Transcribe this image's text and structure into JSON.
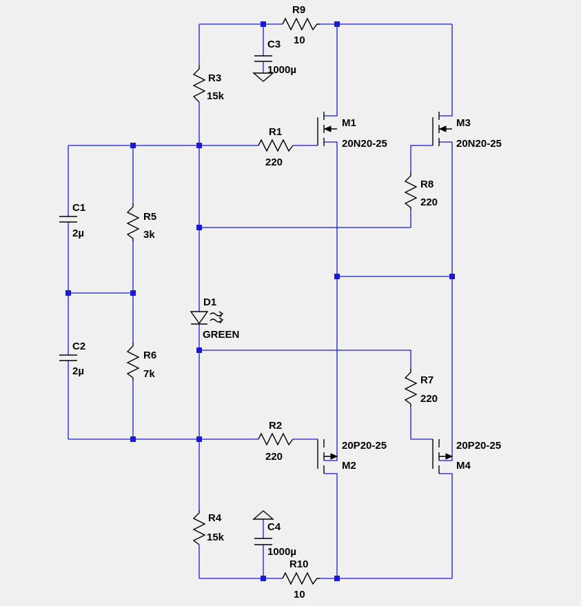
{
  "components": {
    "R1": {
      "name": "R1",
      "value": "220"
    },
    "R2": {
      "name": "R2",
      "value": "220"
    },
    "R3": {
      "name": "R3",
      "value": "15k"
    },
    "R4": {
      "name": "R4",
      "value": "15k"
    },
    "R5": {
      "name": "R5",
      "value": "3k"
    },
    "R6": {
      "name": "R6",
      "value": "7k"
    },
    "R7": {
      "name": "R7",
      "value": "220"
    },
    "R8": {
      "name": "R8",
      "value": "220"
    },
    "R9": {
      "name": "R9",
      "value": "10"
    },
    "R10": {
      "name": "R10",
      "value": "10"
    },
    "C1": {
      "name": "C1",
      "value": "2µ"
    },
    "C2": {
      "name": "C2",
      "value": "2µ"
    },
    "C3": {
      "name": "C3",
      "value": "1000µ"
    },
    "C4": {
      "name": "C4",
      "value": "1000µ"
    },
    "D1": {
      "name": "D1",
      "value": "GREEN"
    },
    "M1": {
      "name": "M1",
      "value": "20N20-25"
    },
    "M2": {
      "name": "M2",
      "value": "20P20-25"
    },
    "M3": {
      "name": "M3",
      "value": "20N20-25"
    },
    "M4": {
      "name": "M4",
      "value": "20P20-25"
    }
  },
  "colors": {
    "background": "#f0f0f0",
    "wire": "#1a1ad6",
    "symbol": "#000000"
  }
}
